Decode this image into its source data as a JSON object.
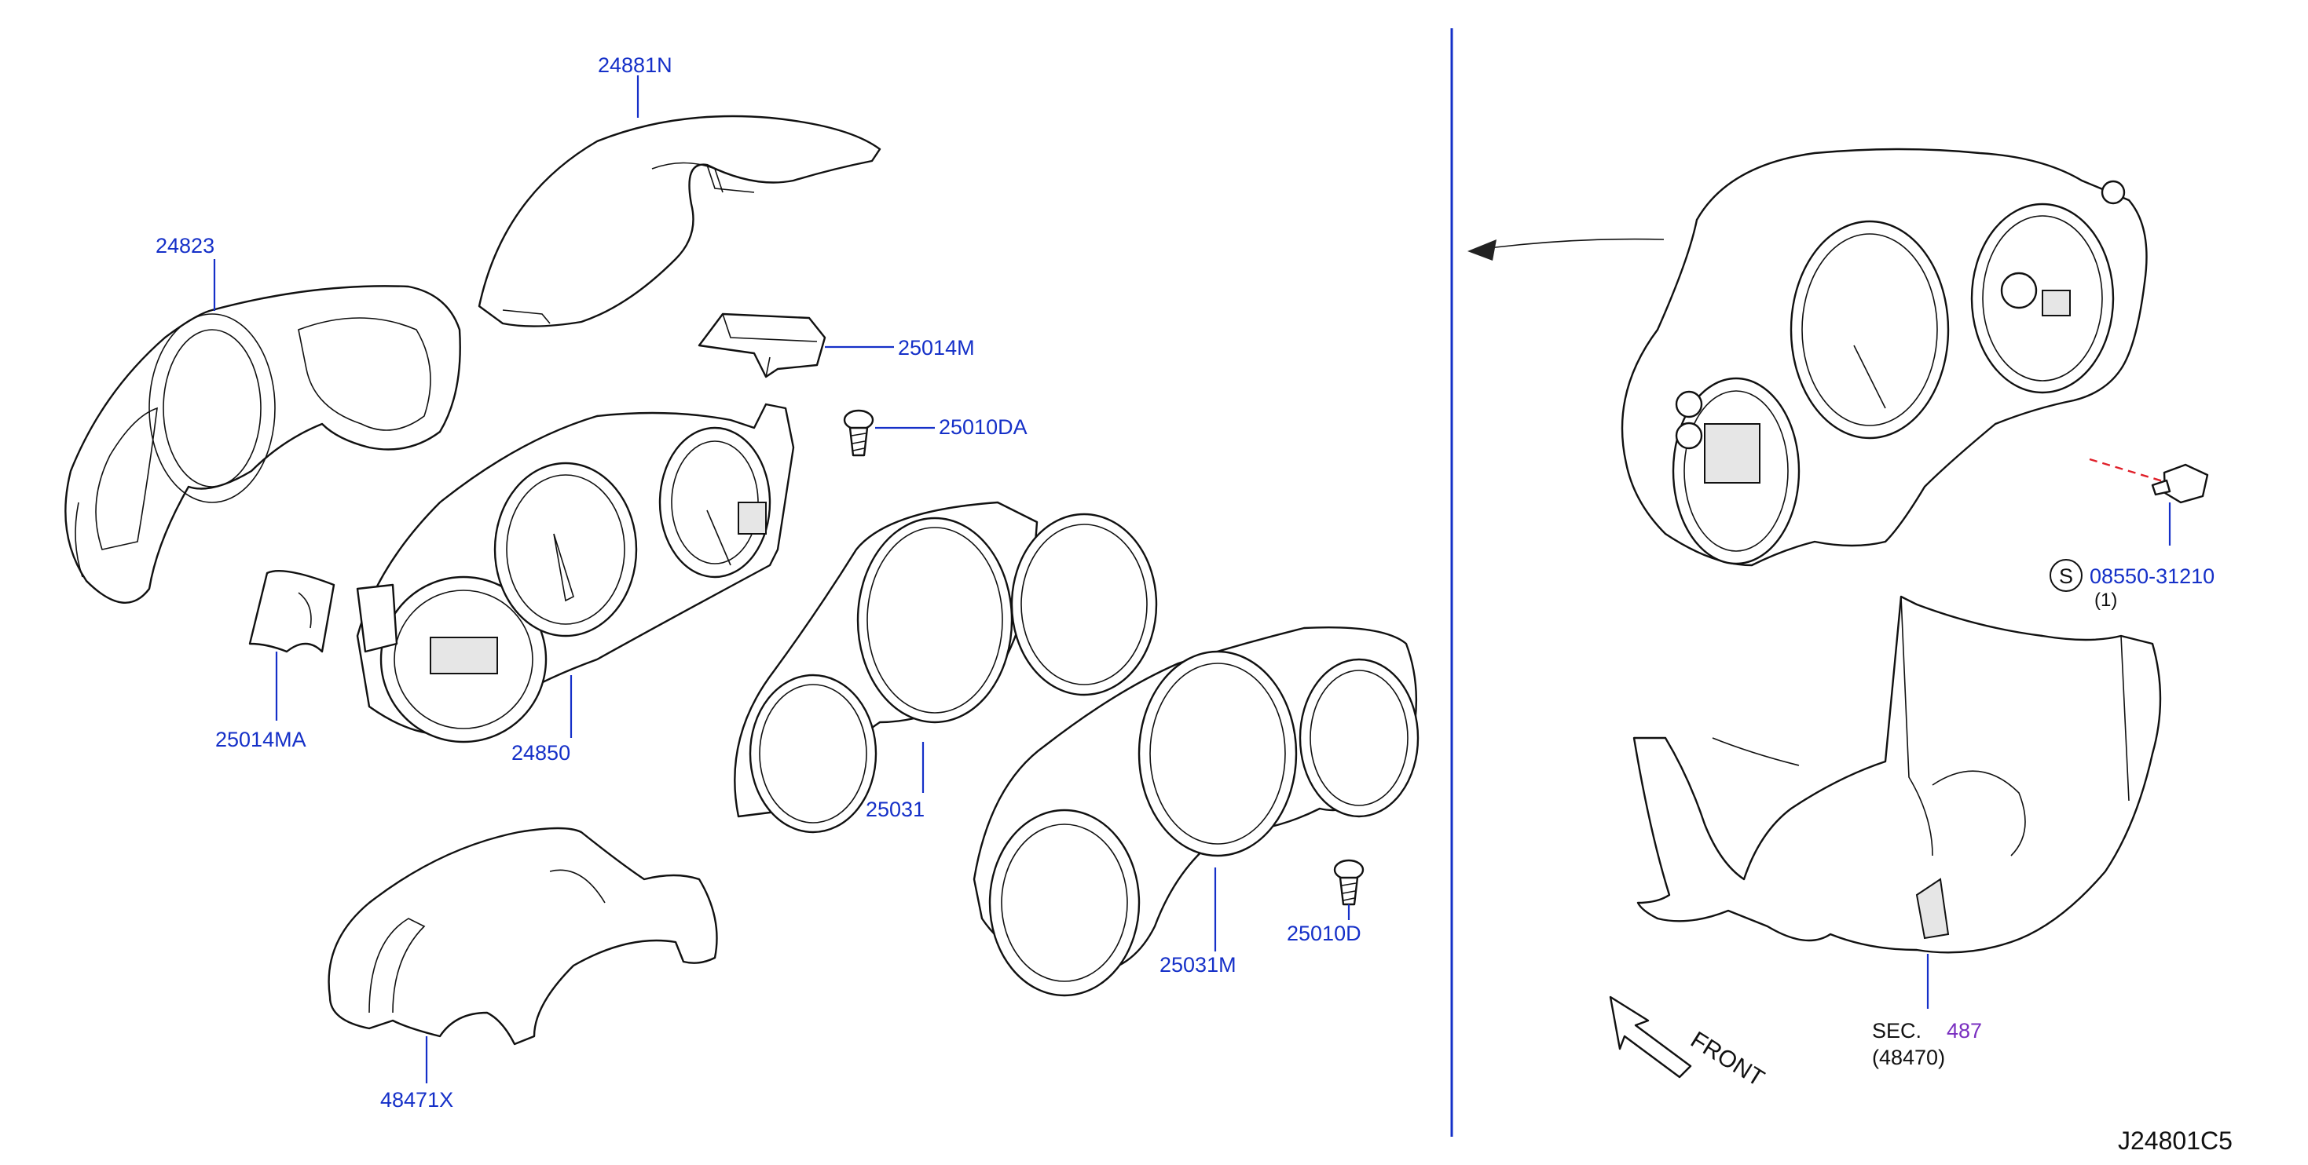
{
  "diagram_id": "J24801C5",
  "parts": [
    {
      "part_no": "24881N"
    },
    {
      "part_no": "24823"
    },
    {
      "part_no": "25014M"
    },
    {
      "part_no": "25010DA"
    },
    {
      "part_no": "25014MA"
    },
    {
      "part_no": "24850"
    },
    {
      "part_no": "25031"
    },
    {
      "part_no": "25031M"
    },
    {
      "part_no": "25010D"
    },
    {
      "part_no": "48471X"
    }
  ],
  "screw": {
    "symbol": "S",
    "part_no": "08550-31210",
    "qty": "(1)"
  },
  "section_ref": {
    "prefix": "SEC.",
    "number": "487",
    "sub": "(48470)"
  },
  "direction": {
    "label": "FRONT"
  },
  "colors": {
    "label_blue": "#1530c8",
    "section_purple": "#7a2fc0",
    "line": "#111111"
  }
}
